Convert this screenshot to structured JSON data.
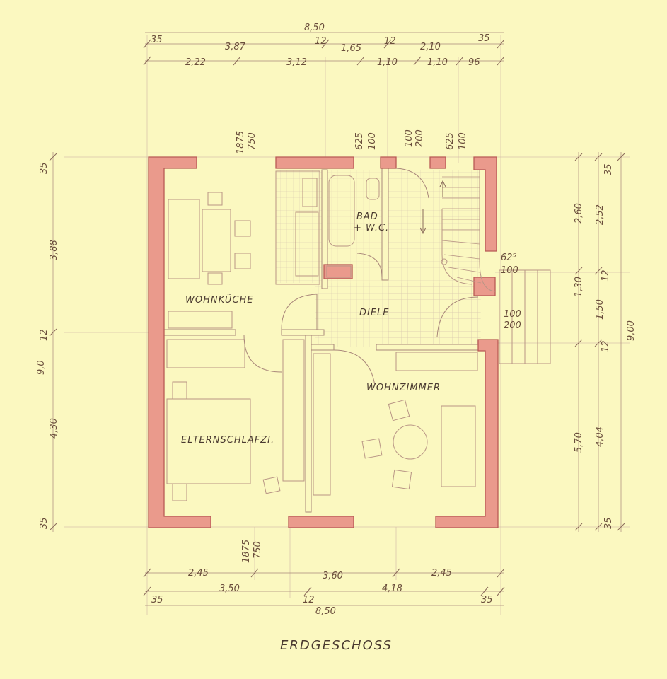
{
  "title": "ERDGESCHOSS",
  "rooms": {
    "wohnkueche": "WOHNKÜCHE",
    "diele": "DIELE",
    "bad_l1": "BAD",
    "bad_l2": "+ W.C.",
    "wohnzimmer": "WOHNZIMMER",
    "elternschlafzi": "ELTERNSCHLAFZI."
  },
  "dimensions": {
    "top_total": "8,50",
    "top_r1": [
      "35",
      "3,87",
      "12",
      "1,65",
      "12",
      "2,10",
      "35"
    ],
    "top_r2": [
      "2,22",
      "3,12",
      "1,10",
      "1,10",
      "96"
    ],
    "top_openings": [
      "1875",
      "750",
      "625",
      "100",
      "100",
      "200",
      "625",
      "100"
    ],
    "bottom_r1": [
      "2,45",
      "3,60",
      "2,45"
    ],
    "bottom_r2": [
      "3,50",
      "4,18"
    ],
    "bottom_r3": [
      "35",
      "12",
      "35"
    ],
    "bottom_total": "8,50",
    "bottom_opening": [
      "1875",
      "750"
    ],
    "left": [
      "35",
      "3,88",
      "12",
      "4,30",
      "35"
    ],
    "left_total": "9,0",
    "right_r1": [
      "2,60",
      "1,30",
      "5,70"
    ],
    "right_r2": [
      "35",
      "2,52",
      "12",
      "1,50",
      "12",
      "4,04",
      "35"
    ],
    "right_total": "9,00",
    "entrance": [
      "62⁵",
      "100",
      "100",
      "200"
    ]
  }
}
